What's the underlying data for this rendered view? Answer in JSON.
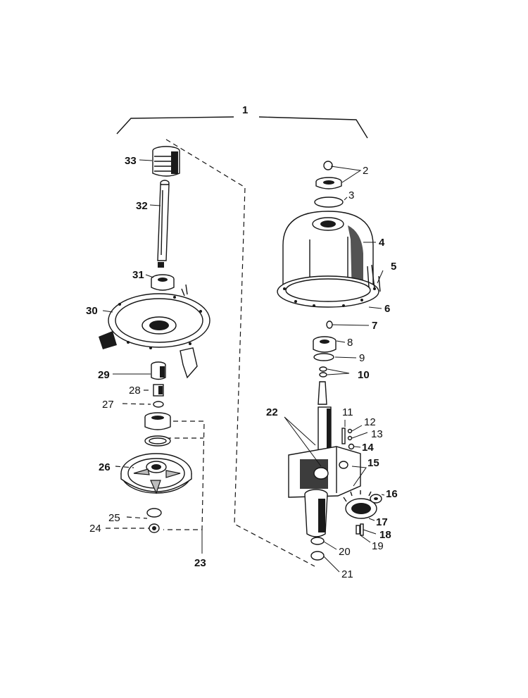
{
  "diagram": {
    "assembly_label": "1",
    "parts": [
      {
        "key": "p2",
        "text": "2"
      },
      {
        "key": "p3",
        "text": "3"
      },
      {
        "key": "p4",
        "text": "4"
      },
      {
        "key": "p5",
        "text": "5"
      },
      {
        "key": "p6",
        "text": "6"
      },
      {
        "key": "p7",
        "text": "7"
      },
      {
        "key": "p8",
        "text": "8"
      },
      {
        "key": "p9",
        "text": "9"
      },
      {
        "key": "p10",
        "text": "10"
      },
      {
        "key": "p11",
        "text": "11"
      },
      {
        "key": "p12",
        "text": "12"
      },
      {
        "key": "p13",
        "text": "13"
      },
      {
        "key": "p14",
        "text": "14"
      },
      {
        "key": "p15",
        "text": "15"
      },
      {
        "key": "p16",
        "text": "16"
      },
      {
        "key": "p17",
        "text": "17"
      },
      {
        "key": "p18",
        "text": "18"
      },
      {
        "key": "p19",
        "text": "19"
      },
      {
        "key": "p20",
        "text": "20"
      },
      {
        "key": "p21",
        "text": "21"
      },
      {
        "key": "p22",
        "text": "22"
      },
      {
        "key": "p23",
        "text": "23"
      },
      {
        "key": "p24",
        "text": "24"
      },
      {
        "key": "p25",
        "text": "25"
      },
      {
        "key": "p26",
        "text": "26"
      },
      {
        "key": "p27",
        "text": "27"
      },
      {
        "key": "p28",
        "text": "28"
      },
      {
        "key": "p29",
        "text": "29"
      },
      {
        "key": "p30",
        "text": "30"
      },
      {
        "key": "p31",
        "text": "31"
      },
      {
        "key": "p32",
        "text": "32"
      },
      {
        "key": "p33",
        "text": "33"
      }
    ]
  }
}
